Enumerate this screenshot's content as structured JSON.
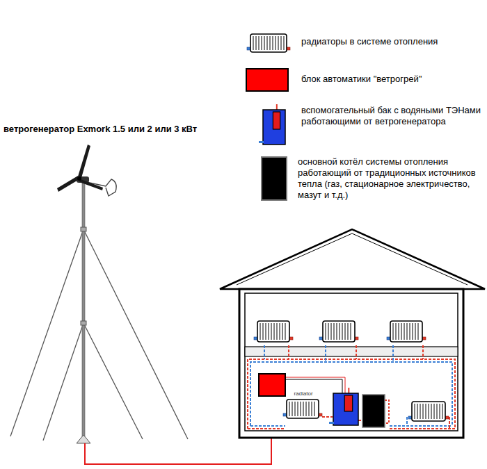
{
  "diagram": {
    "nodes": [
      {
        "text": [
          "radiator"
        ]
      }
    ],
    "labels": [
      "ветрогенератор Exmork 1.5 или 2 или 3 кВт"
    ],
    "legend": [
      {
        "text": "радиаторы в системе отопления"
      },
      {
        "text": "блок автоматики \"ветрогрей\"",
        "color": "#ff0000"
      },
      {
        "text": "вспомогательный бак с водяными ТЭНами работающими от ветрогенератора"
      },
      {
        "text": "основной котёл системы отопления работающий от традиционных источников тепла (газ, стационарное электричество, мазут и т.д.)",
        "color": "#000000"
      }
    ]
  }
}
